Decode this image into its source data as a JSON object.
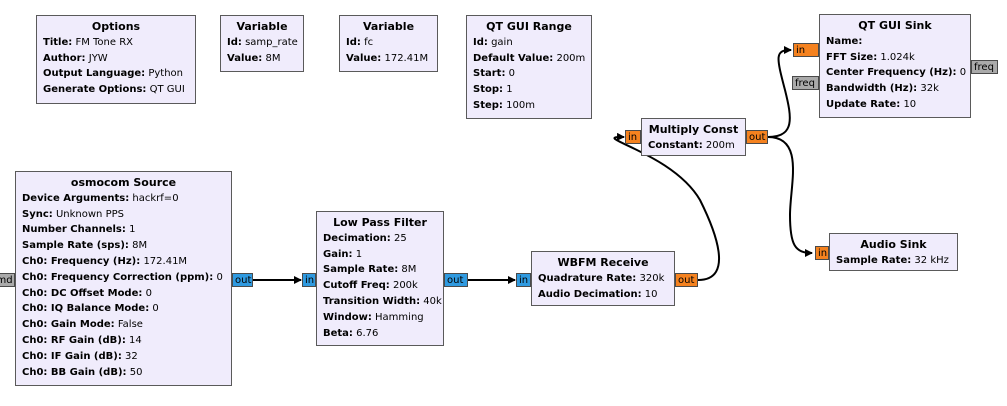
{
  "blocks": {
    "options": {
      "title": "Options",
      "rows": [
        {
          "k": "Title:",
          "v": "FM Tone RX"
        },
        {
          "k": "Author:",
          "v": "JYW"
        },
        {
          "k": "Output Language:",
          "v": "Python"
        },
        {
          "k": "Generate Options:",
          "v": "QT GUI"
        }
      ]
    },
    "var_samp_rate": {
      "title": "Variable",
      "rows": [
        {
          "k": "Id:",
          "v": "samp_rate"
        },
        {
          "k": "Value:",
          "v": "8M"
        }
      ]
    },
    "var_fc": {
      "title": "Variable",
      "rows": [
        {
          "k": "Id:",
          "v": "fc"
        },
        {
          "k": "Value:",
          "v": "172.41M"
        }
      ]
    },
    "qt_range": {
      "title": "QT GUI Range",
      "rows": [
        {
          "k": "Id:",
          "v": "gain"
        },
        {
          "k": "Default Value:",
          "v": "200m"
        },
        {
          "k": "Start:",
          "v": "0"
        },
        {
          "k": "Stop:",
          "v": "1"
        },
        {
          "k": "Step:",
          "v": "100m"
        }
      ]
    },
    "qt_sink": {
      "title": "QT GUI Sink",
      "rows": [
        {
          "k": "Name:",
          "v": ""
        },
        {
          "k": "FFT Size:",
          "v": "1.024k"
        },
        {
          "k": "Center Frequency (Hz):",
          "v": "0"
        },
        {
          "k": "Bandwidth (Hz):",
          "v": "32k"
        },
        {
          "k": "Update Rate:",
          "v": "10"
        }
      ]
    },
    "osmocom": {
      "title": "osmocom Source",
      "rows": [
        {
          "k": "Device Arguments:",
          "v": "hackrf=0"
        },
        {
          "k": "Sync:",
          "v": "Unknown PPS"
        },
        {
          "k": "Number Channels:",
          "v": "1"
        },
        {
          "k": "Sample Rate (sps):",
          "v": "8M"
        },
        {
          "k": "Ch0: Frequency (Hz):",
          "v": "172.41M"
        },
        {
          "k": "Ch0: Frequency Correction (ppm):",
          "v": "0"
        },
        {
          "k": "Ch0: DC Offset Mode:",
          "v": "0"
        },
        {
          "k": "Ch0: IQ Balance Mode:",
          "v": "0"
        },
        {
          "k": "Ch0: Gain Mode:",
          "v": "False"
        },
        {
          "k": "Ch0: RF Gain (dB):",
          "v": "14"
        },
        {
          "k": "Ch0: IF Gain (dB):",
          "v": "32"
        },
        {
          "k": "Ch0: BB Gain (dB):",
          "v": "50"
        }
      ]
    },
    "lpf": {
      "title": "Low Pass Filter",
      "rows": [
        {
          "k": "Decimation:",
          "v": "25"
        },
        {
          "k": "Gain:",
          "v": "1"
        },
        {
          "k": "Sample Rate:",
          "v": "8M"
        },
        {
          "k": "Cutoff Freq:",
          "v": "200k"
        },
        {
          "k": "Transition Width:",
          "v": "40k"
        },
        {
          "k": "Window:",
          "v": "Hamming"
        },
        {
          "k": "Beta:",
          "v": "6.76"
        }
      ]
    },
    "wbfm": {
      "title": "WBFM Receive",
      "rows": [
        {
          "k": "Quadrature Rate:",
          "v": "320k"
        },
        {
          "k": "Audio Decimation:",
          "v": "10"
        }
      ]
    },
    "mult": {
      "title": "Multiply Const",
      "rows": [
        {
          "k": "Constant:",
          "v": "200m"
        }
      ]
    },
    "audio": {
      "title": "Audio Sink",
      "rows": [
        {
          "k": "Sample Rate:",
          "v": "32 kHz"
        }
      ]
    }
  },
  "ports": {
    "osmo_cmd": "cmd",
    "osmo_out": "out",
    "lpf_in": "in",
    "lpf_out": "out",
    "wbfm_in": "in",
    "wbfm_out": "out",
    "mult_in": "in",
    "mult_out": "out",
    "sink_in": "in",
    "sink_freq_in": "freq",
    "sink_freq_out": "freq",
    "audio_in": "in"
  },
  "colors": {
    "block_fill": "#f0ecfc",
    "float_port": "#f5821f",
    "complex_port": "#2f9ae0",
    "message_port": "#aaaaaa",
    "wire": "#000000"
  }
}
